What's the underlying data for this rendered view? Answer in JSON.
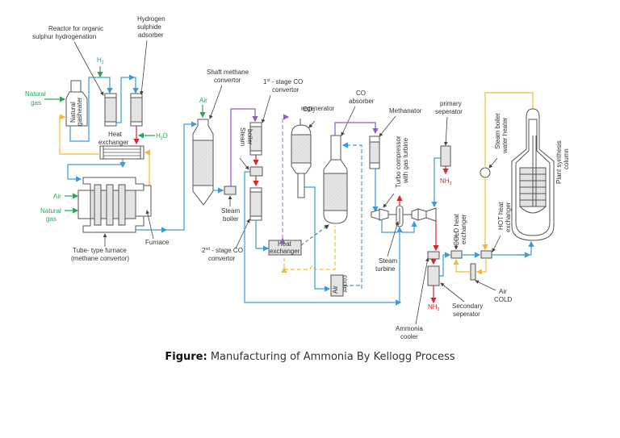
{
  "figure": {
    "caption_prefix": "Figure:",
    "caption_text": " Manufacturing of Ammonia By Kellogg Process"
  },
  "labels": {
    "reactor_organic_1": "Reactor for organic",
    "reactor_organic_2": "sulphur hydrogenation",
    "h2s_adsorber_1": "Hydrogen",
    "h2s_adsorber_2": "sulphide",
    "h2s_adsorber_3": "adsorber",
    "h2": "H",
    "h2_sub": "2",
    "natural_gas_1": "Natural",
    "natural_gas_2": "gas",
    "ng_preheater_1": "Natural",
    "ng_preheater_2": "gasheater",
    "heat_exchanger_1": "Heat",
    "heat_exchanger_2": "exchanger",
    "h2o": "H",
    "h2o_sub": "2",
    "h2o_end": "O",
    "air": "Air",
    "furnace_natural_gas_1": "Natural",
    "furnace_natural_gas_2": "gas",
    "furnace": "Furnace",
    "tube_furnace_1": "Tube- type furnace",
    "tube_furnace_2": "(methane convertor)",
    "shaft_methane_1": "Shaft methane",
    "shaft_methane_2": "convertor",
    "shaft_air": "Air",
    "steam_boiler_a_1": "Steam",
    "steam_boiler_a_2": "boiler",
    "steam_boiler_b_1": "Steam",
    "steam_boiler_b_2": "boiler",
    "first_stage_1": "1",
    "first_stage_sup": "st",
    "first_stage_2": " - stage CO",
    "first_stage_3": "convertor",
    "second_stage_1": "2",
    "second_stage_sup": "nd",
    "second_stage_2": " - stage CO",
    "second_stage_3": "convertor",
    "co2_regen_1": "CO",
    "co2_regen_sub": "2",
    "co2_regen_2": "regenerator",
    "co_absorber_1": "CO",
    "co_absorber_2": "absorber",
    "methanator": "Methanator",
    "heat_exchanger_mid_1": "Heat",
    "heat_exchanger_mid_2": "exchanger",
    "air_cooler_1": "Air",
    "air_cooler_2": "cooler",
    "turbo_1": "Turbo compressor",
    "turbo_2": "with gas turbine",
    "steam_turbine_1": "Steam",
    "steam_turbine_2": "turbine",
    "primary_sep_1": "primary",
    "primary_sep_2": "seperator",
    "nh3_top": "NH",
    "nh3_top_sub": "3",
    "nh3_bottom": "NH",
    "nh3_bottom_sub": "3",
    "ammonia_cooler_1": "Ammonia",
    "ammonia_cooler_2": "cooler",
    "secondary_sep_1": "Secondary",
    "secondary_sep_2": "seperator",
    "cold_hx_1": "COLD heat",
    "cold_hx_2": "exchanger",
    "hot_hx_1": "HOT heat",
    "hot_hx_2": "exchanger",
    "air_cold_1": "Air",
    "air_cold_2": "COLD",
    "steam_boiler_water_1": "Steam boiler",
    "steam_boiler_water_2": "water heater",
    "plant_synthesis_1": "Plant synthesis",
    "plant_synthesis_2": "column"
  },
  "colors": {
    "process_gas": "#3e9ad6",
    "hot_return": "#f5b73b",
    "purple_line": "#8e5bc2",
    "hot_line": "#d9262b",
    "input_stream": "#2aa55a",
    "equipment_fill": "#e4e4e4"
  }
}
